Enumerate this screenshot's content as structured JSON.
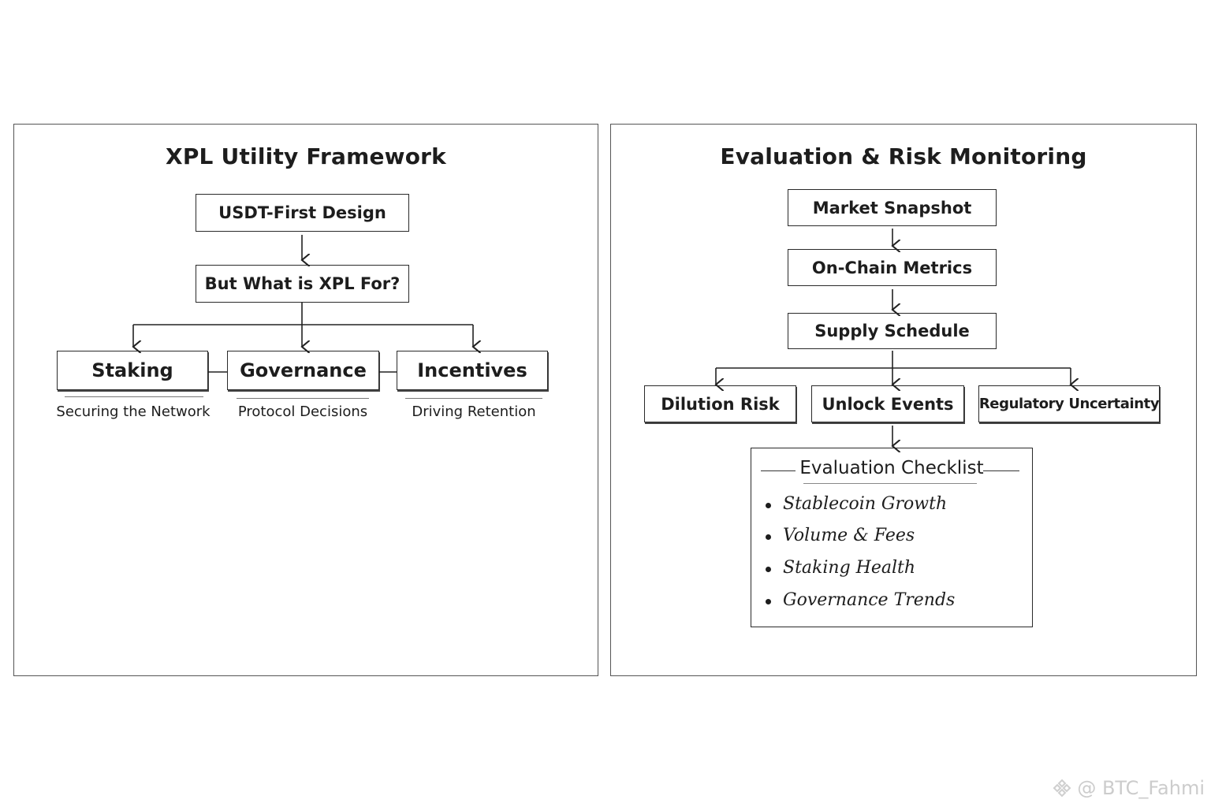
{
  "left": {
    "title": "XPL Utility Framework",
    "top_box": "USDT-First Design",
    "question_box": "But What is XPL For?",
    "pillars": [
      {
        "label": "Staking",
        "caption": "Securing the Network"
      },
      {
        "label": "Governance",
        "caption": "Protocol Decisions"
      },
      {
        "label": "Incentives",
        "caption": "Driving Retention"
      }
    ]
  },
  "right": {
    "title": "Evaluation & Risk Monitoring",
    "steps": [
      "Market Snapshot",
      "On-Chain Metrics",
      "Supply Schedule"
    ],
    "risks": [
      "Dilution Risk",
      "Unlock Events",
      "Regulatory Uncertainty"
    ],
    "checklist": {
      "title": "Evaluation Checklist",
      "items": [
        "Stablecoin Growth",
        "Volume & Fees",
        "Staking Health",
        "Governance Trends"
      ]
    }
  },
  "watermark": {
    "text": "@ BTC_Fahmi",
    "icon": "binance-logo-icon"
  }
}
